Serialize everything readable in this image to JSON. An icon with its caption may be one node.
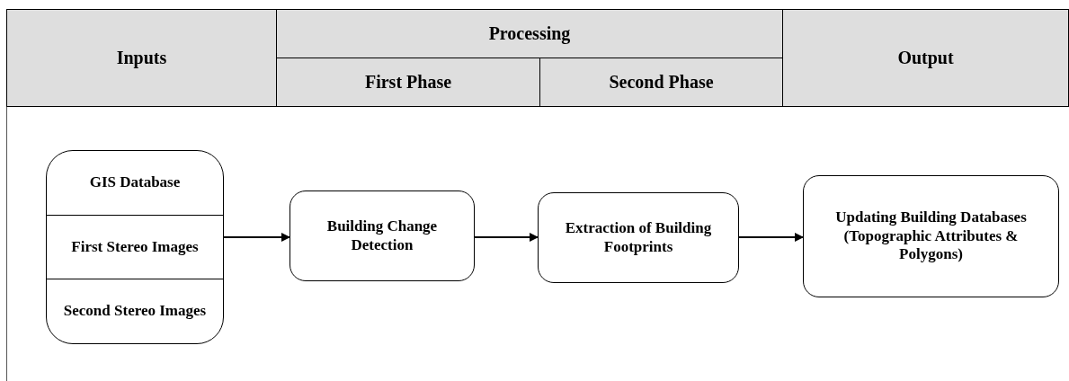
{
  "diagram": {
    "nodes": [
      {
        "text": [
          "GIS Database",
          "First Stereo Images",
          "Second Stereo Images"
        ]
      },
      {
        "text": [
          "Building Change Detection"
        ]
      },
      {
        "text": [
          "Extraction of Building Footprints"
        ]
      },
      {
        "text": [
          "Updating Building Databases (Topographic Attributes & Polygons)"
        ]
      }
    ],
    "edges": [
      {
        "from": 0,
        "to": 1,
        "arrow": "to"
      },
      {
        "from": 1,
        "to": 2,
        "arrow": "to"
      },
      {
        "from": 2,
        "to": 3,
        "arrow": "to"
      }
    ],
    "labels": [
      "Inputs",
      "Processing",
      "Output",
      "First Phase",
      "Second Phase"
    ]
  }
}
